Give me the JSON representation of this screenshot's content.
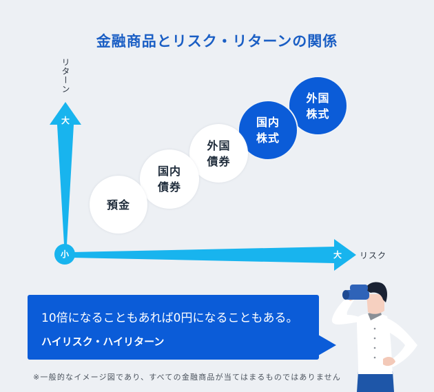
{
  "title": "金融商品とリスク・リターンの関係",
  "axes": {
    "y_label": "リターン",
    "x_label": "リスク",
    "origin_mark": "小",
    "y_max_mark": "大",
    "x_max_mark": "大",
    "arrow_color": "#18b4ee"
  },
  "products": [
    {
      "line1": "預金",
      "line2": "",
      "style": "white"
    },
    {
      "line1": "国内",
      "line2": "債券",
      "style": "white"
    },
    {
      "line1": "外国",
      "line2": "債券",
      "style": "white"
    },
    {
      "line1": "国内",
      "line2": "株式",
      "style": "blue"
    },
    {
      "line1": "外国",
      "line2": "株式",
      "style": "blue"
    }
  ],
  "callout": {
    "line1": "10倍になることもあれば0円になることもある。",
    "line2": "ハイリスク・ハイリターン",
    "color": "#0b5cd8"
  },
  "footnote": "※一般的なイメージ図であり、すべての金融商品が当てはまるものではありません",
  "colors": {
    "background": "#edf0f4",
    "title": "#1a5ec4",
    "blue_circle": "#0b5cd8",
    "white_circle": "#ffffff",
    "dark_text": "#1e2b3a"
  },
  "illustration": "man-with-binoculars"
}
